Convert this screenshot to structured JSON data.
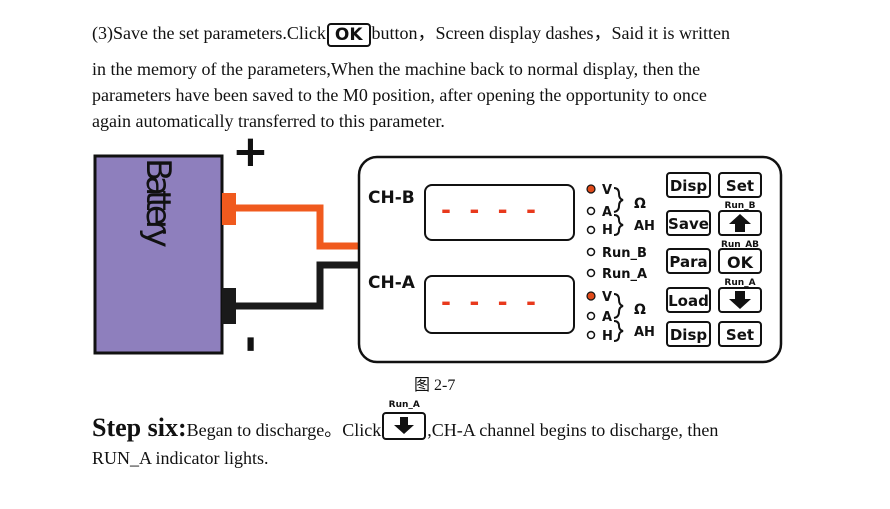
{
  "para1": {
    "before": "(3)Save the set parameters.Click",
    "button": "OK",
    "after": "button，Screen display dashes，Said it is written",
    "line2": "in the memory of the parameters,When the machine back to normal display, then the",
    "line3": "parameters have been saved to the M0 position, after opening the opportunity to once",
    "line4": "again automatically transferred to this parameter."
  },
  "figure": {
    "battery_label": "Battery",
    "plus": "+",
    "minus": "-",
    "channel_b": "CH-B",
    "channel_a": "CH-A",
    "display_b": "- - - -",
    "display_a": "- - - -",
    "ind": {
      "v": "V",
      "a": "A",
      "h": "H",
      "ohm": "Ω",
      "ah": "AH",
      "run_b": "Run_B",
      "run_a": "Run_A"
    },
    "buttons": {
      "disp": "Disp",
      "set": "Set",
      "save": "Save",
      "para": "Para",
      "ok": "OK",
      "load": "Load",
      "run_b_label": "Run_B",
      "run_ab_label": "Run_AB",
      "run_a_label": "Run_A"
    },
    "colors": {
      "battery": "#8e7fbd",
      "positive_wire": "#f05a1e",
      "negative_wire": "#1a1a1a",
      "dash": "#e8391c",
      "led_on": "#e04a1a"
    }
  },
  "caption": "图 2-7",
  "step6": {
    "heading": "Step six:",
    "text1": "Began to discharge。Click",
    "button_label": "Run_A",
    "text2": ",CH-A channel begins to discharge, then",
    "line2": "RUN_A indicator lights."
  }
}
